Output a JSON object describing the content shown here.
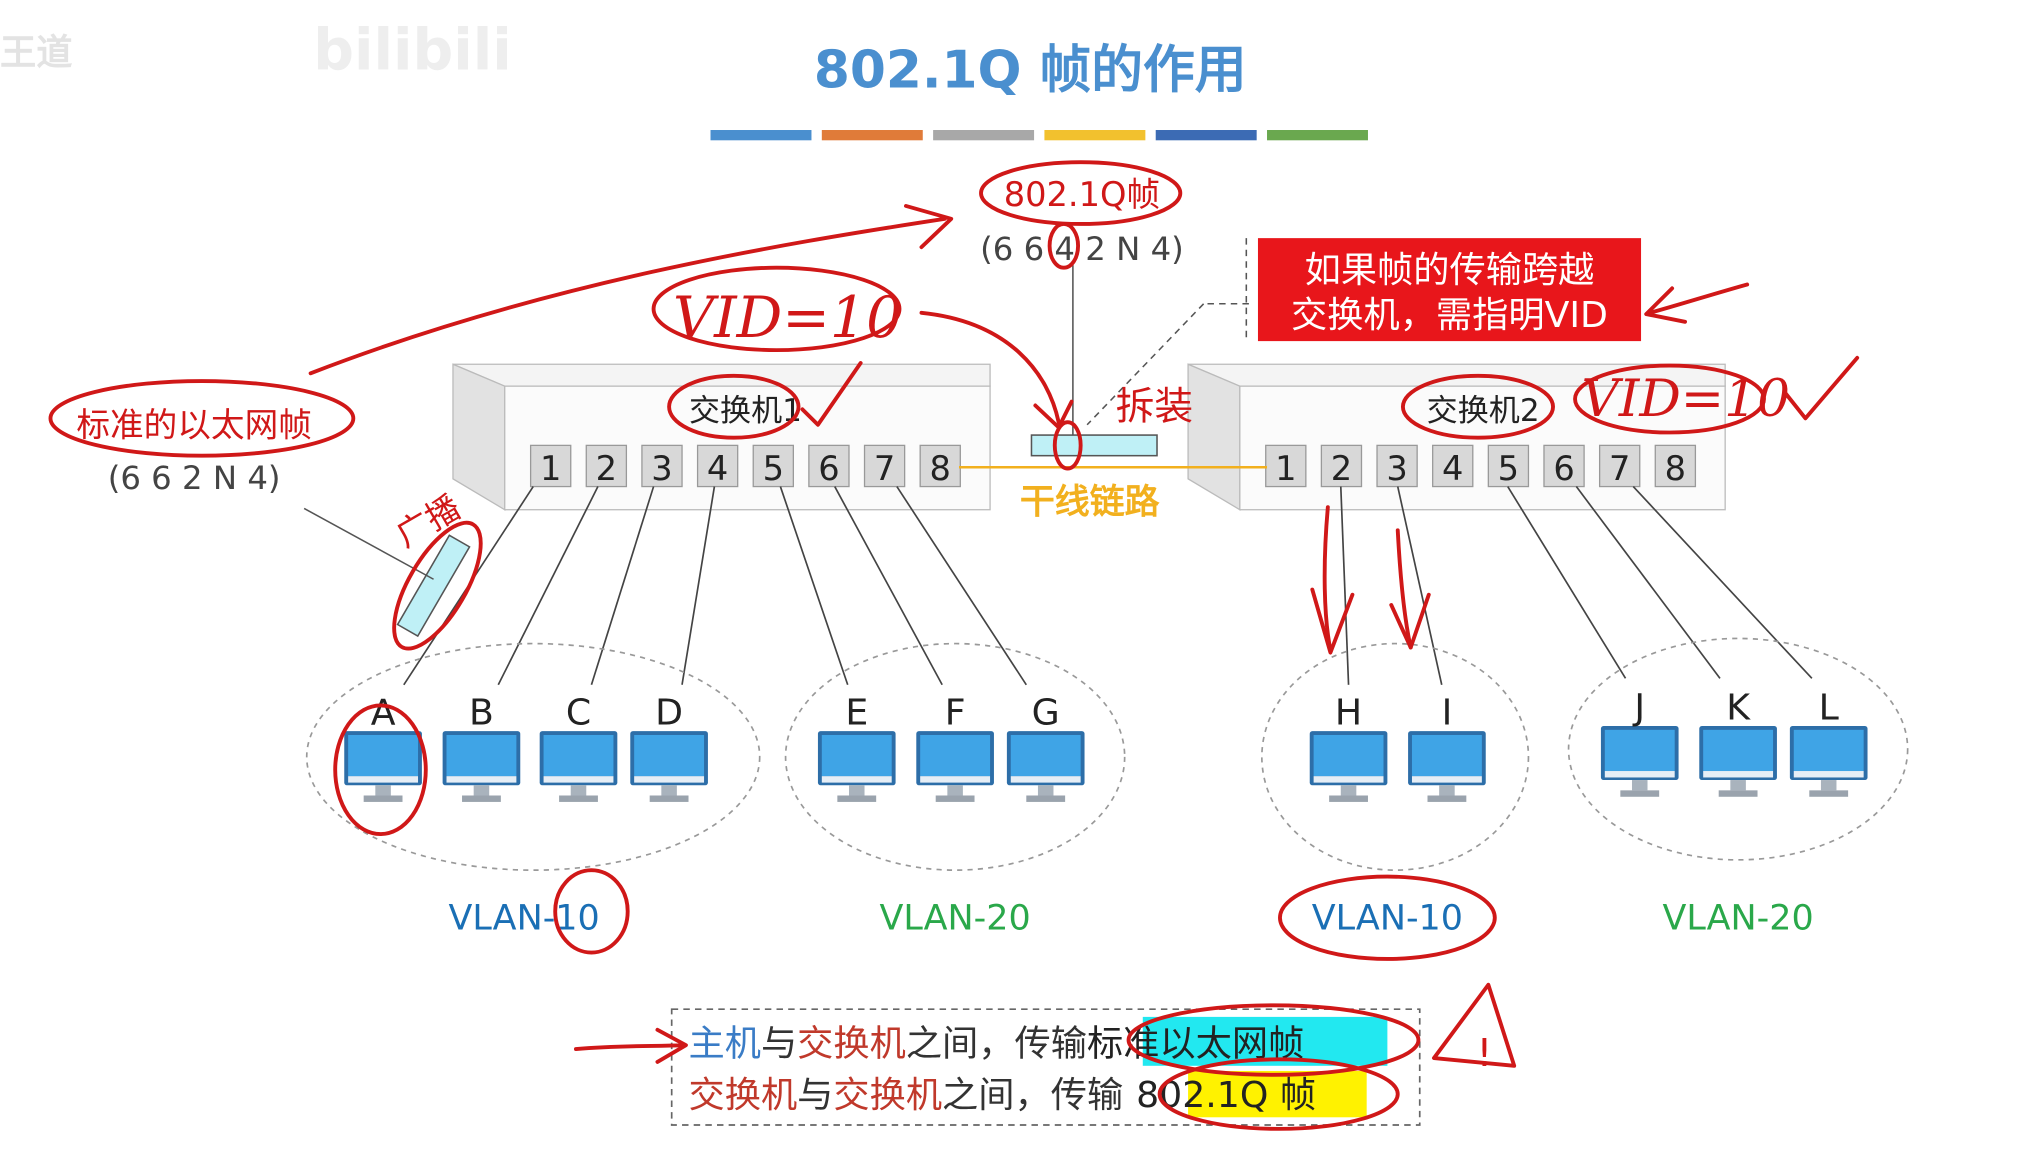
{
  "title": "802.1Q 帧的作用",
  "watermark": "bilibili",
  "title_bar_colors": [
    "#4a8fcf",
    "#e07b39",
    "#a8a8a8",
    "#f2c12e",
    "#3c6bb4",
    "#6aa84f"
  ],
  "frame_top": {
    "label": "802.1Q帧",
    "fields": "(6 6 4 2 N 4)"
  },
  "frame_left": {
    "label": "标准的以太网帧",
    "fields": "(6 6 2 N 4)"
  },
  "callout": {
    "line1": "如果帧的传输跨越",
    "line2": "交换机，需指明VID"
  },
  "switch1": {
    "label": "交换机1",
    "ports": [
      "1",
      "2",
      "3",
      "4",
      "5",
      "6",
      "7",
      "8"
    ]
  },
  "switch2": {
    "label": "交换机2",
    "ports": [
      "1",
      "2",
      "3",
      "4",
      "5",
      "6",
      "7",
      "8"
    ]
  },
  "trunk_label": "干线链路",
  "hosts": [
    "A",
    "B",
    "C",
    "D",
    "E",
    "F",
    "G",
    "H",
    "I",
    "J",
    "K",
    "L"
  ],
  "vlans": [
    "VLAN-10",
    "VLAN-20",
    "VLAN-10",
    "VLAN-20"
  ],
  "colors": {
    "title": "#4a8fcf",
    "vlan10": "#1a6fb5",
    "vlan20": "#2aa84a",
    "trunk": "#f2b01e",
    "annotation": "#d01818",
    "highlight_cyan": "#22e8f0",
    "highlight_yellow": "#fff200",
    "callout_bg": "#e8161b",
    "monitor": "#3fa4e6"
  },
  "handwriting": {
    "vid_left": "VID=10",
    "vid_right": "VID=10",
    "tag": "拆装",
    "broadcast": "广播",
    "exclaim": "!"
  },
  "summary": {
    "line1": {
      "w1": "主机",
      "w2": "与",
      "w3": "交换机",
      "w4": "之间，传输",
      "hl": "标准以太网帧"
    },
    "line2": {
      "w1": "交换机",
      "w2": "与",
      "w3": "交换机",
      "w4": "之间，传输",
      "hl": "802.1Q 帧"
    }
  }
}
